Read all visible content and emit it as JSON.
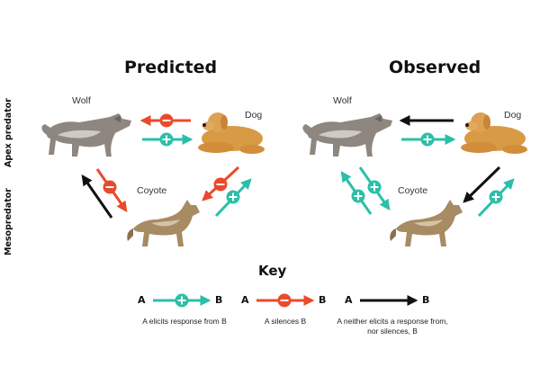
{
  "panels": {
    "predicted": {
      "title": "Predicted"
    },
    "observed": {
      "title": "Observed"
    }
  },
  "labels": {
    "wolf": "Wolf",
    "dog": "Dog",
    "coyote": "Coyote"
  },
  "axis": {
    "apex": "Apex predator",
    "meso": "Mesopredator"
  },
  "key": {
    "title": "Key",
    "letter_a": "A",
    "letter_b": "B",
    "elicits": "A elicits response from B",
    "silences": "A silences B",
    "neither": "A neither elicits a response from, nor silences, B"
  },
  "colors": {
    "elicit": "#2bbfa9",
    "silence": "#ea4a2c",
    "neutral": "#111111"
  }
}
